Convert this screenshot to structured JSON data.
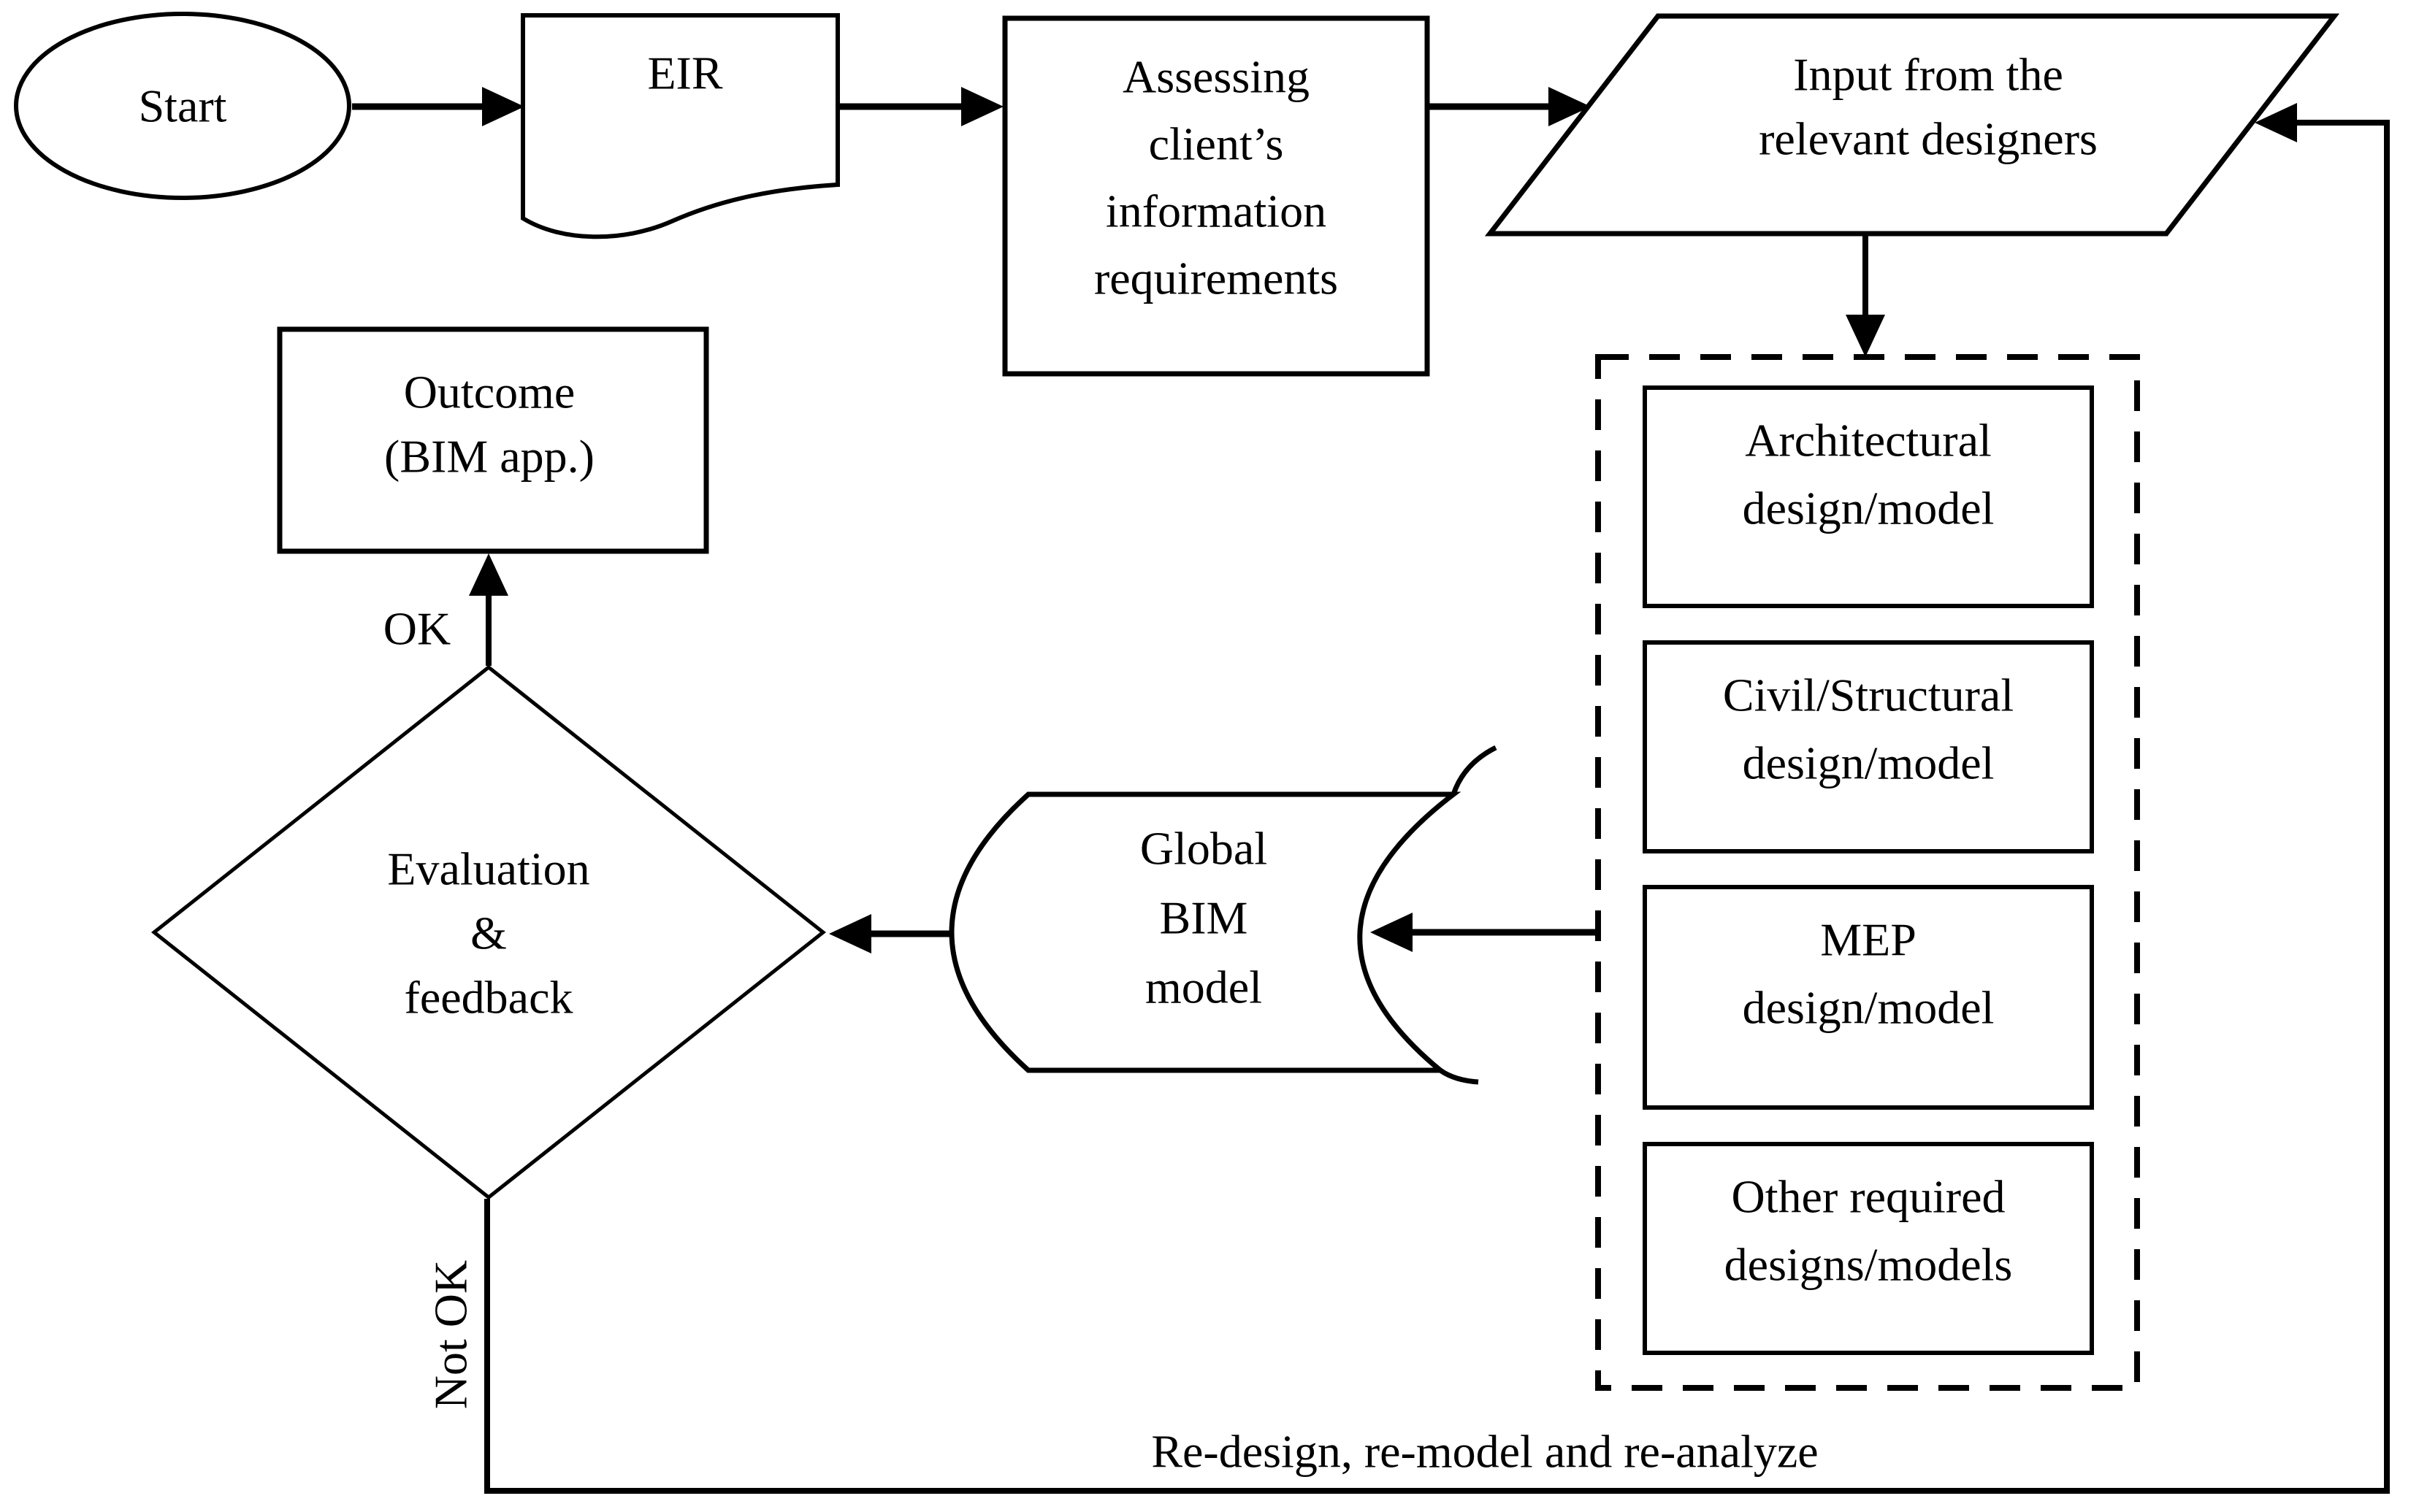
{
  "canvas": {
    "background": "#ffffff",
    "ink": "#000000"
  },
  "nodes": {
    "start": {
      "type": "terminator",
      "label": "Start"
    },
    "eir": {
      "type": "document",
      "label": "EIR"
    },
    "assess": {
      "type": "process",
      "lines": [
        "Assessing",
        "client’s",
        "information",
        "requirements"
      ]
    },
    "input": {
      "type": "data-input",
      "lines": [
        "Input from the",
        "relevant designers"
      ]
    },
    "architectural": {
      "type": "process",
      "lines": [
        "Architectural",
        "design/model"
      ]
    },
    "civil": {
      "type": "process",
      "lines": [
        "Civil/Structural",
        "design/model"
      ]
    },
    "mep": {
      "type": "process",
      "lines": [
        "MEP",
        "design/model"
      ]
    },
    "other": {
      "type": "process",
      "lines": [
        "Other required",
        "designs/models"
      ]
    },
    "global_bim": {
      "type": "stored-data",
      "lines": [
        "Global",
        "BIM",
        "model"
      ]
    },
    "evaluation": {
      "type": "decision",
      "lines": [
        "Evaluation",
        "&",
        "feedback"
      ]
    },
    "outcome": {
      "type": "process",
      "lines": [
        "Outcome",
        "(BIM app.)"
      ]
    }
  },
  "labels": {
    "ok": "OK",
    "not_ok": "Not OK",
    "redesign": "Re-design, re-model and re-analyze"
  }
}
